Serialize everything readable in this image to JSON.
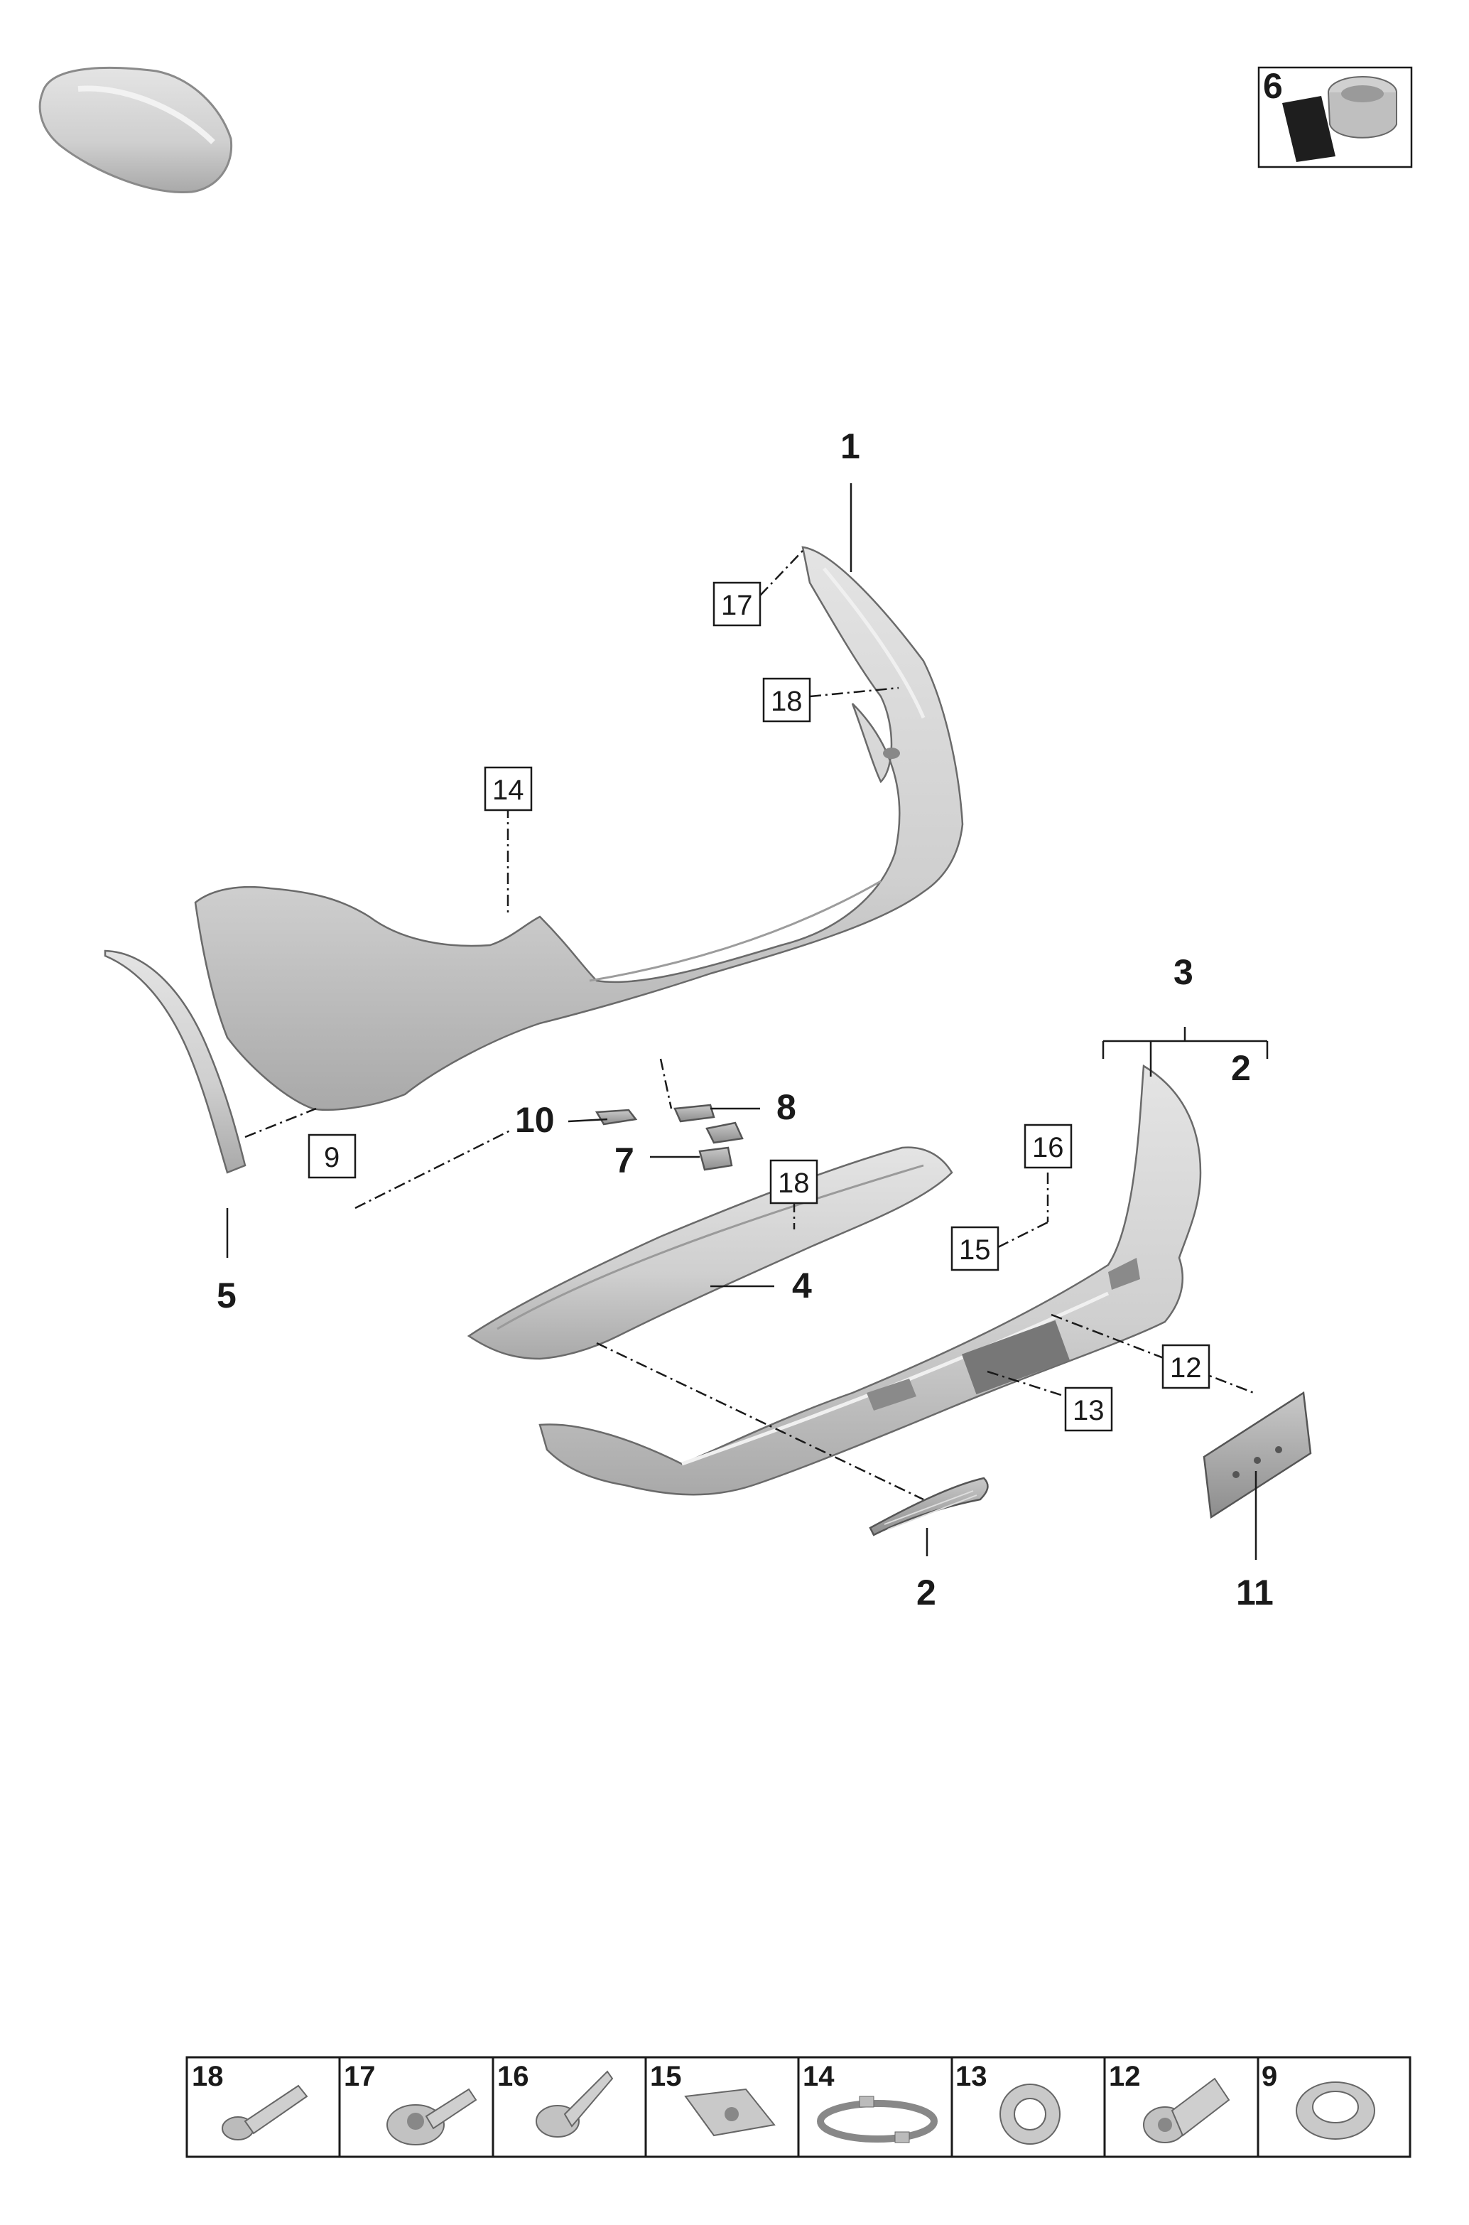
{
  "callouts": {
    "c1": "1",
    "c2a": "2",
    "c2b": "2",
    "c3": "3",
    "c4": "4",
    "c5": "5",
    "c6": "6",
    "c7": "7",
    "c8": "8",
    "c10": "10",
    "c11": "11"
  },
  "boxed_refs": {
    "b17": "17",
    "b18a": "18",
    "b14": "14",
    "b9": "9",
    "b18b": "18",
    "b16": "16",
    "b15": "15",
    "b12": "12",
    "b13": "13"
  },
  "hardware_strip": [
    {
      "number": "18",
      "icon": "bolt-icon"
    },
    {
      "number": "17",
      "icon": "screw-icon"
    },
    {
      "number": "16",
      "icon": "screw-icon"
    },
    {
      "number": "15",
      "icon": "clip-nut-icon"
    },
    {
      "number": "14",
      "icon": "retainer-ring-icon"
    },
    {
      "number": "13",
      "icon": "clip-ring-icon"
    },
    {
      "number": "12",
      "icon": "expansion-nut-icon"
    },
    {
      "number": "9",
      "icon": "grommet-icon"
    }
  ]
}
